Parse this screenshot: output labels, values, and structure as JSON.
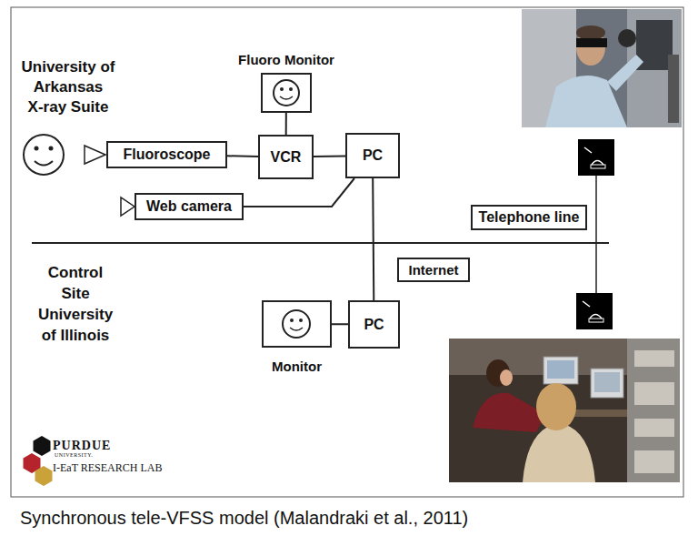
{
  "diagram": {
    "caption": "Synchronous tele-VFSS model (Malandraki et al., 2011)",
    "nodes": [
      {
        "text": [
          "Fluoro Monitor"
        ]
      },
      {
        "text": [
          "Fluoroscope"
        ]
      },
      {
        "text": [
          "VCR"
        ]
      },
      {
        "text": [
          "PC"
        ]
      },
      {
        "text": [
          "Web camera"
        ]
      },
      {
        "text": [
          "Telephone line"
        ]
      },
      {
        "text": [
          "Internet"
        ]
      },
      {
        "text": [
          "Monitor"
        ]
      },
      {
        "text": [
          "PC"
        ]
      }
    ],
    "edges": [
      {
        "from": 1,
        "to": 2,
        "arrow": "none"
      },
      {
        "from": 0,
        "to": 2,
        "arrow": "none"
      },
      {
        "from": 2,
        "to": 3,
        "arrow": "none"
      },
      {
        "from": 4,
        "to": 3,
        "arrow": "none"
      },
      {
        "from": 3,
        "to": 8,
        "arrow": "none"
      },
      {
        "from": 7,
        "to": 8,
        "arrow": "none"
      }
    ],
    "labels": [
      "University of Arkansas X-ray Suite",
      "Control Site University of Illinois",
      "PURDUE",
      "UNIVERSITY.",
      "I-EaT RESEARCH LAB"
    ]
  }
}
